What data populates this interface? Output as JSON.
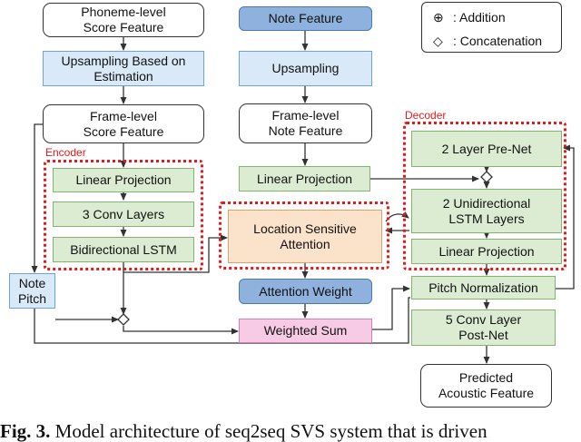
{
  "nodes": {
    "phoneme_score": "Phoneme-level\nScore Feature",
    "upsampling_estimation": "Upsampling Based on\nEstimation",
    "frame_score": "Frame-level\nScore Feature",
    "enc_linear": "Linear Projection",
    "enc_conv": "3 Conv Layers",
    "enc_bilstm": "Bidirectional LSTM",
    "note_pitch": "Note\nPitch",
    "note_feature": "Note Feature",
    "upsampling": "Upsampling",
    "frame_note": "Frame-level\nNote Feature",
    "note_linear": "Linear Projection",
    "attention": "Location Sensitive\nAttention",
    "attention_weight": "Attention Weight",
    "weighted_sum": "Weighted Sum",
    "prenet": "2 Layer Pre-Net",
    "dec_lstm": "2 Unidirectional\nLSTM Layers",
    "dec_linear": "Linear Projection",
    "pitch_norm": "Pitch Normalization",
    "postnet": "5 Conv Layer\nPost-Net",
    "predicted": "Predicted\nAcoustic Feature"
  },
  "regions": {
    "encoder": "Encoder",
    "decoder": "Decoder"
  },
  "legend": {
    "addition_symbol": "⊕",
    "addition_label": ": Addition",
    "concat_symbol": "◇",
    "concat_label": ": Concatenation"
  },
  "caption": {
    "figure": "Fig. 3.",
    "text": "Model architecture of seq2seq SVS system that is driven"
  },
  "colors": {
    "encoder_decoder_outline": "#e8191b",
    "green_block": "#dcecd3",
    "blue_block": "#8eb2dd",
    "attention_block": "#fbe2cb",
    "weighted_sum_block": "#f7cbe6"
  }
}
